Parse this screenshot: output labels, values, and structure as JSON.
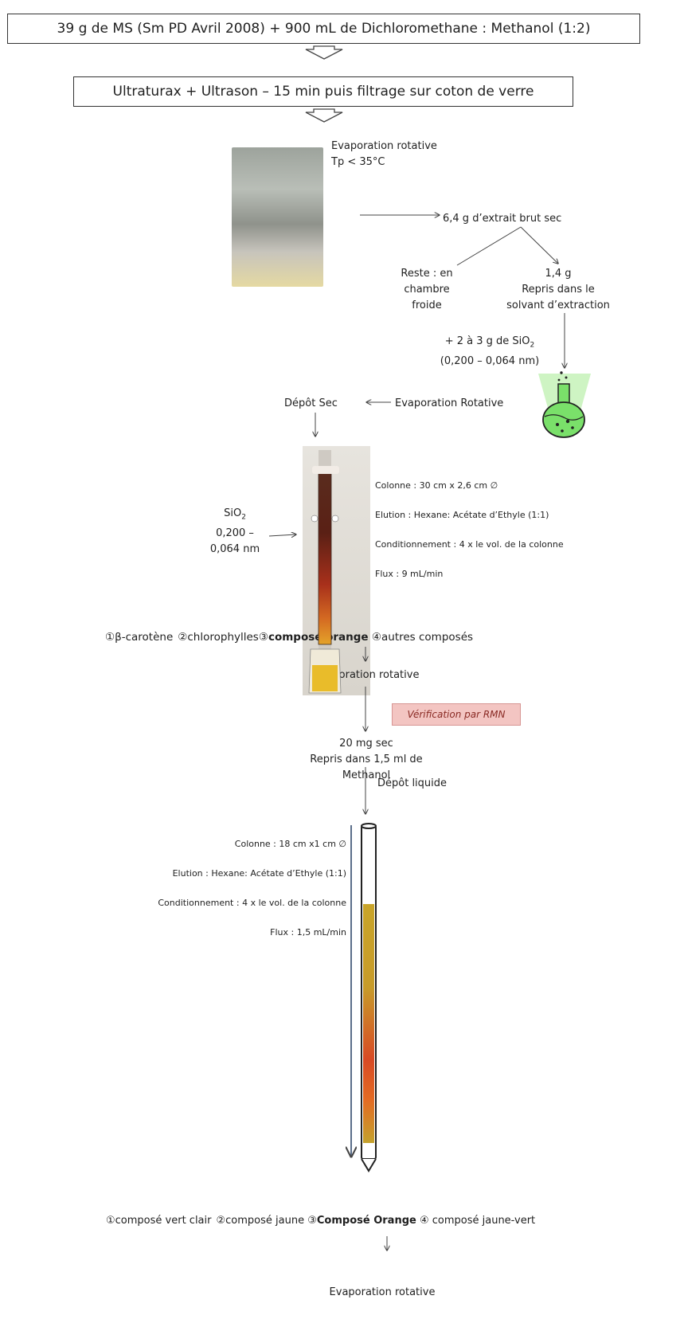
{
  "top_box": "39 g de MS (Sm PD Avril 2008) + 900  mL de Dichloromethane : Methanol (1:2)",
  "second_box": "Ultraturax + Ultrason – 15 min puis filtrage sur coton de verre",
  "evap_label_line1": "Evaporation rotative",
  "evap_label_line2": "Tp < 35°C",
  "crude": "6,4 g d’extrait brut sec",
  "left_branch": [
    "Reste : en",
    "chambre",
    "froide"
  ],
  "right_branch": [
    "1,4 g",
    "Repris dans le",
    "solvant d’extraction"
  ],
  "silica_line1": "+ 2 à 3 g de SiO",
  "silica_sub": "2",
  "silica_line2": "(0,200 – 0,064 nm)",
  "evap_rot_mid": "Evaporation Rotative",
  "depot_sec": "Dépôt Sec",
  "sio2_label": "SiO",
  "sio2_sub": "2",
  "sio2_range1": "0,200 –",
  "sio2_range2": "0,064 nm",
  "col1_specs": [
    "Colonne : 30 cm x 2,6 cm ∅",
    "Elution : Hexane: Acétate d’Ethyle (1:1)",
    "Conditionnement : 4 x le vol. de la colonne",
    "Flux : 9 mL/min"
  ],
  "fractions1": {
    "f1": "①β-carotène",
    "f2": "②chlorophylles",
    "f3_num": "③",
    "f3": "composé orange",
    "f4": " ④autres composés"
  },
  "evap_rotative_2": "Evaporation rotative",
  "verif_banner": "Vérification par RMN",
  "mass_dry": "20 mg sec",
  "repris_meth": "Repris dans 1,5 ml de Methanol",
  "depot_liquide": "Dépôt liquide",
  "col2_specs": [
    "Colonne : 18 cm x1 cm ∅",
    "Elution : Hexane: Acétate d’Ethyle (1:1)",
    "Conditionnement : 4 x le vol. de la colonne",
    "Flux : 1,5 mL/min"
  ],
  "fractions2": {
    "f1": "①composé vert clair",
    "f2": "②composé jaune",
    "f3_num": " ③",
    "f3": "Composé Orange",
    "f4": " ④ composé jaune-vert"
  },
  "evap_rotative_3": "Evaporation rotative",
  "colors": {
    "banner_bg": "#f3c5c2",
    "flask_green": "#7ae06a",
    "column_orange": "#c8581c"
  }
}
